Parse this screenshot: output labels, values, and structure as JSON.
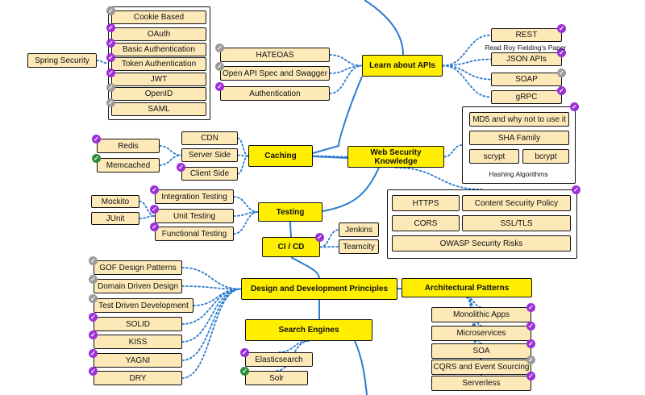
{
  "colors": {
    "main_fill": "#ffee00",
    "sub_fill": "#fde9b8",
    "line_blue": "#2b7bd0",
    "done": "#9b30d9",
    "alternative": "#2e8b3a",
    "skip": "#9a9a9a"
  },
  "icons": {
    "check": "✓"
  },
  "nodes": [
    {
      "id": "cookie",
      "label": "Cookie Based",
      "kind": "sub",
      "badge": "skip"
    },
    {
      "id": "oauth",
      "label": "OAuth",
      "kind": "sub",
      "badge": "done"
    },
    {
      "id": "basic_auth",
      "label": "Basic Authentication",
      "kind": "sub",
      "badge": "done"
    },
    {
      "id": "token_auth",
      "label": "Token Authentication",
      "kind": "sub",
      "badge": "done"
    },
    {
      "id": "jwt",
      "label": "JWT",
      "kind": "sub",
      "badge": "done"
    },
    {
      "id": "openid",
      "label": "OpenID",
      "kind": "sub",
      "badge": "skip"
    },
    {
      "id": "saml",
      "label": "SAML",
      "kind": "sub",
      "badge": "skip"
    },
    {
      "id": "spring_security",
      "label": "Spring Security",
      "kind": "sub",
      "badge": ""
    },
    {
      "id": "hateoas",
      "label": "HATEOAS",
      "kind": "sub",
      "badge": "skip"
    },
    {
      "id": "openapi",
      "label": "Open API Spec and Swagger",
      "kind": "sub",
      "badge": "skip"
    },
    {
      "id": "authentication",
      "label": "Authentication",
      "kind": "sub",
      "badge": "done"
    },
    {
      "id": "learn_apis",
      "label": "Learn about APIs",
      "kind": "main",
      "badge": ""
    },
    {
      "id": "rest",
      "label": "REST",
      "kind": "sub",
      "badge": "done"
    },
    {
      "id": "json_apis",
      "label": "JSON APIs",
      "kind": "sub",
      "badge": "done"
    },
    {
      "id": "soap",
      "label": "SOAP",
      "kind": "sub",
      "badge": "skip"
    },
    {
      "id": "grpc",
      "label": "gRPC",
      "kind": "sub",
      "badge": "done"
    },
    {
      "id": "md5",
      "label": "MD5 and why not to use it",
      "kind": "sub",
      "badge": ""
    },
    {
      "id": "sha",
      "label": "SHA Family",
      "kind": "sub",
      "badge": ""
    },
    {
      "id": "scrypt",
      "label": "scrypt",
      "kind": "sub",
      "badge": ""
    },
    {
      "id": "bcrypt",
      "label": "bcrypt",
      "kind": "sub",
      "badge": ""
    },
    {
      "id": "redis",
      "label": "Redis",
      "kind": "sub",
      "badge": "done"
    },
    {
      "id": "memcached",
      "label": "Memcached",
      "kind": "sub",
      "badge": "alternative"
    },
    {
      "id": "cdn",
      "label": "CDN",
      "kind": "sub",
      "badge": ""
    },
    {
      "id": "server_side",
      "label": "Server Side",
      "kind": "sub",
      "badge": ""
    },
    {
      "id": "client_side",
      "label": "Client Side",
      "kind": "sub",
      "badge": "done"
    },
    {
      "id": "caching",
      "label": "Caching",
      "kind": "main",
      "badge": ""
    },
    {
      "id": "web_security",
      "label": "Web Security Knowledge",
      "kind": "main",
      "badge": ""
    },
    {
      "id": "mockito",
      "label": "Mockito",
      "kind": "sub",
      "badge": ""
    },
    {
      "id": "junit",
      "label": "JUnit",
      "kind": "sub",
      "badge": ""
    },
    {
      "id": "integration_testing",
      "label": "Integration Testing",
      "kind": "sub",
      "badge": "done"
    },
    {
      "id": "unit_testing",
      "label": "Unit Testing",
      "kind": "sub",
      "badge": "done"
    },
    {
      "id": "functional_testing",
      "label": "Functional Testing",
      "kind": "sub",
      "badge": "done"
    },
    {
      "id": "testing",
      "label": "Testing",
      "kind": "main",
      "badge": ""
    },
    {
      "id": "cicd",
      "label": "CI / CD",
      "kind": "main",
      "badge": "done"
    },
    {
      "id": "jenkins",
      "label": "Jenkins",
      "kind": "sub",
      "badge": ""
    },
    {
      "id": "teamcity",
      "label": "Teamcity",
      "kind": "sub",
      "badge": ""
    },
    {
      "id": "https",
      "label": "HTTPS",
      "kind": "sub",
      "badge": ""
    },
    {
      "id": "csp",
      "label": "Content Security Policy",
      "kind": "sub",
      "badge": ""
    },
    {
      "id": "cors",
      "label": "CORS",
      "kind": "sub",
      "badge": ""
    },
    {
      "id": "ssl_tls",
      "label": "SSL/TLS",
      "kind": "sub",
      "badge": ""
    },
    {
      "id": "owasp",
      "label": "OWASP Security Risks",
      "kind": "sub",
      "badge": ""
    },
    {
      "id": "gof",
      "label": "GOF Design Patterns",
      "kind": "sub",
      "badge": "skip"
    },
    {
      "id": "ddd",
      "label": "Domain Driven Design",
      "kind": "sub",
      "badge": "skip"
    },
    {
      "id": "tdd",
      "label": "Test Driven Development",
      "kind": "sub",
      "badge": "skip"
    },
    {
      "id": "solid",
      "label": "SOLID",
      "kind": "sub",
      "badge": "done"
    },
    {
      "id": "kiss",
      "label": "KISS",
      "kind": "sub",
      "badge": "done"
    },
    {
      "id": "yagni",
      "label": "YAGNI",
      "kind": "sub",
      "badge": "done"
    },
    {
      "id": "dry",
      "label": "DRY",
      "kind": "sub",
      "badge": "done"
    },
    {
      "id": "design_principles",
      "label": "Design and Development Principles",
      "kind": "main",
      "badge": ""
    },
    {
      "id": "architectural_patterns",
      "label": "Architectural Patterns",
      "kind": "main",
      "badge": ""
    },
    {
      "id": "search_engines",
      "label": "Search Engines",
      "kind": "main",
      "badge": ""
    },
    {
      "id": "elasticsearch",
      "label": "Elasticsearch",
      "kind": "sub",
      "badge": "done"
    },
    {
      "id": "solr",
      "label": "Solr",
      "kind": "sub",
      "badge": "alternative"
    },
    {
      "id": "monolithic",
      "label": "Monolithic Apps",
      "kind": "sub",
      "badge": "done"
    },
    {
      "id": "microservices",
      "label": "Microservices",
      "kind": "sub",
      "badge": "done"
    },
    {
      "id": "soa",
      "label": "SOA",
      "kind": "sub",
      "badge": "done"
    },
    {
      "id": "cqrs",
      "label": "CQRS and Event Sourcing",
      "kind": "sub",
      "badge": "skip"
    },
    {
      "id": "serverless",
      "label": "Serverless",
      "kind": "sub",
      "badge": "done"
    }
  ],
  "captions": [
    {
      "id": "rest_note",
      "text": "Read Roy Fielding's Paper"
    },
    {
      "id": "hashing_caption",
      "text": "Hashing Algorithms"
    }
  ],
  "groups": [
    {
      "id": "auth_group",
      "badge": ""
    },
    {
      "id": "hashing_group",
      "badge": "done"
    },
    {
      "id": "security_group",
      "badge": "done"
    }
  ],
  "edges": [
    [
      "spring_security",
      "auth_group"
    ],
    [
      "hateoas",
      "learn_apis"
    ],
    [
      "openapi",
      "learn_apis"
    ],
    [
      "authentication",
      "learn_apis"
    ],
    [
      "learn_apis",
      "rest"
    ],
    [
      "learn_apis",
      "json_apis"
    ],
    [
      "learn_apis",
      "soap"
    ],
    [
      "learn_apis",
      "grpc"
    ],
    [
      "redis",
      "server_side"
    ],
    [
      "memcached",
      "server_side"
    ],
    [
      "cdn",
      "caching"
    ],
    [
      "server_side",
      "caching"
    ],
    [
      "client_side",
      "caching"
    ],
    [
      "caching",
      "web_security"
    ],
    [
      "web_security",
      "hashing_group"
    ],
    [
      "web_security",
      "security_group"
    ],
    [
      "mockito",
      "unit_testing"
    ],
    [
      "junit",
      "unit_testing"
    ],
    [
      "integration_testing",
      "testing"
    ],
    [
      "unit_testing",
      "testing"
    ],
    [
      "functional_testing",
      "testing"
    ],
    [
      "cicd",
      "jenkins"
    ],
    [
      "cicd",
      "teamcity"
    ],
    [
      "gof",
      "design_principles"
    ],
    [
      "ddd",
      "design_principles"
    ],
    [
      "tdd",
      "design_principles"
    ],
    [
      "solid",
      "design_principles"
    ],
    [
      "kiss",
      "design_principles"
    ],
    [
      "yagni",
      "design_principles"
    ],
    [
      "dry",
      "design_principles"
    ],
    [
      "elasticsearch",
      "search_engines"
    ],
    [
      "solr",
      "search_engines"
    ],
    [
      "architectural_patterns",
      "monolithic"
    ],
    [
      "architectural_patterns",
      "microservices"
    ],
    [
      "architectural_patterns",
      "soa"
    ],
    [
      "architectural_patterns",
      "cqrs"
    ],
    [
      "architectural_patterns",
      "serverless"
    ]
  ]
}
